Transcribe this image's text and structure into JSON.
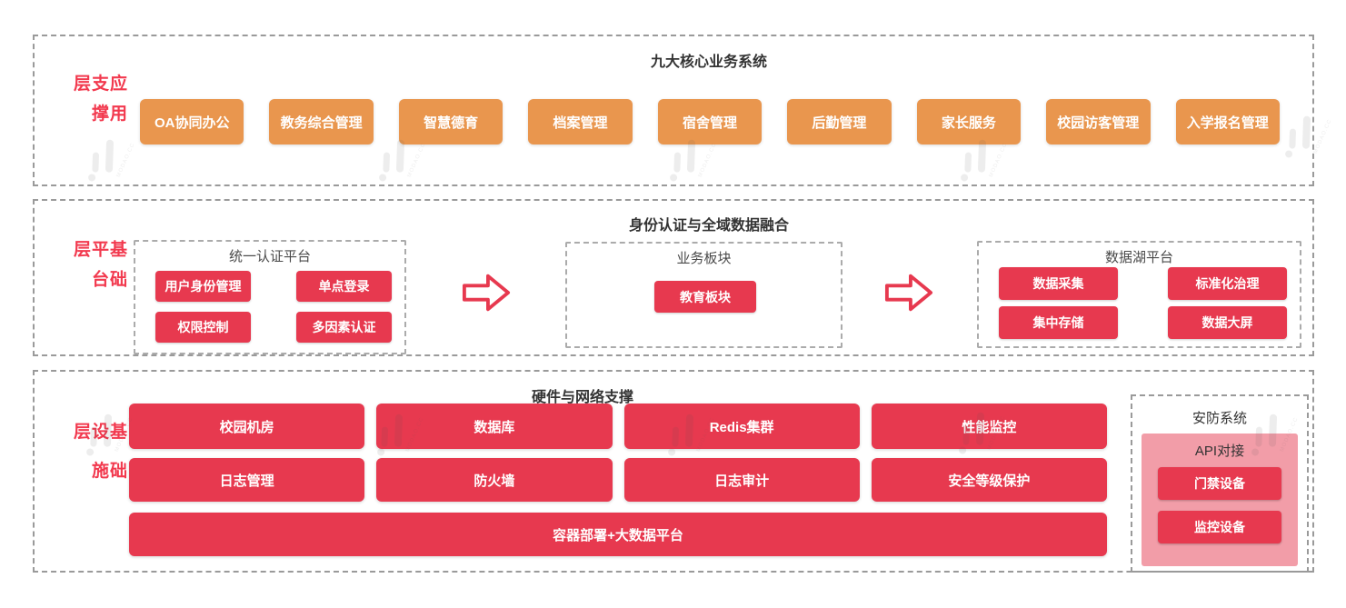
{
  "watermark": {
    "text": "MODAO.CC"
  },
  "colors": {
    "layer_label_red": "#F2394E",
    "block_red": "#E7394F",
    "block_orange": "#E9964E",
    "security_pink": "#F29DA8",
    "title_dark": "#333333",
    "subtitle_gray": "#4A4A4A",
    "dashed_border": "#9A9A9A"
  },
  "layers": [
    {
      "label": "应用支撑层",
      "title": "九大核心业务系统",
      "items": [
        "OA协同办公",
        "教务综合管理",
        "智慧德育",
        "档案管理",
        "宿舍管理",
        "后勤管理",
        "家长服务",
        "校园访客管理",
        "入学报名管理"
      ]
    },
    {
      "label": "基础平台层",
      "title": "身份认证与全域数据融合",
      "groups": [
        {
          "title": "统一认证平台",
          "items": [
            "用户身份管理",
            "单点登录",
            "权限控制",
            "多因素认证"
          ]
        },
        {
          "title": "业务板块",
          "items": [
            "教育板块"
          ]
        },
        {
          "title": "数据湖平台",
          "items": [
            "数据采集",
            "标准化治理",
            "集中存储",
            "数据大屏"
          ]
        }
      ]
    },
    {
      "label": "基础设施层",
      "title": "硬件与网络支撑",
      "grid": [
        "校园机房",
        "数据库",
        "Redis集群",
        "性能监控",
        "日志管理",
        "防火墙",
        "日志审计",
        "安全等级保护"
      ],
      "bar": "容器部署+大数据平台",
      "security": {
        "title": "安防系统",
        "subtitle": "API对接",
        "items": [
          "门禁设备",
          "监控设备"
        ]
      }
    }
  ]
}
